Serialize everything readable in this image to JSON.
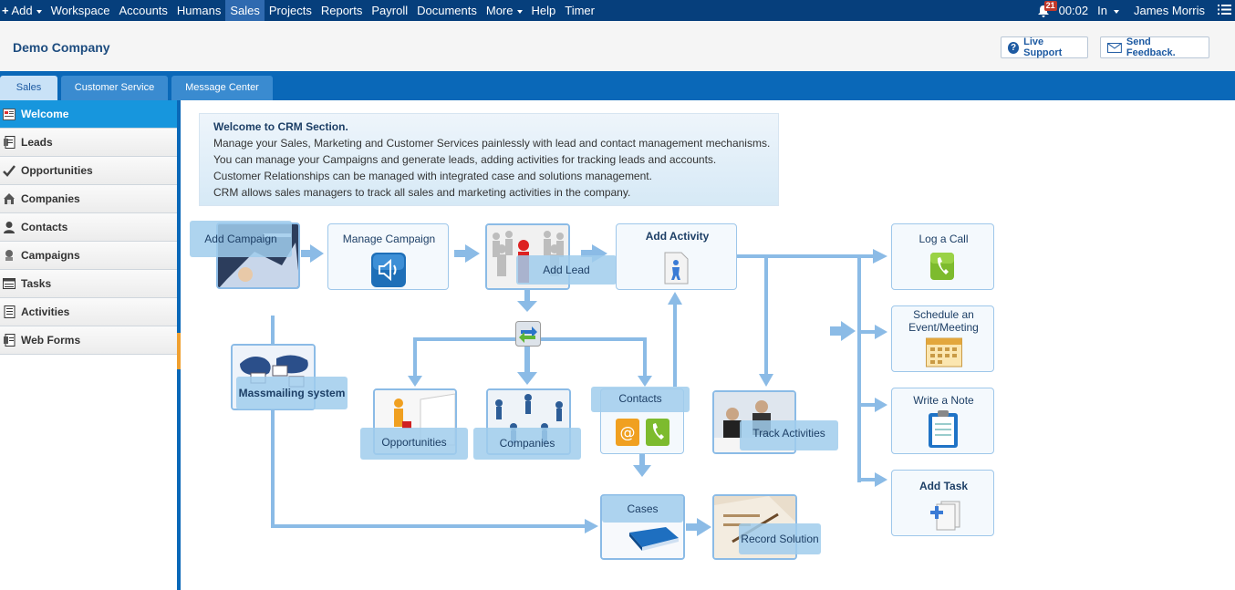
{
  "topnav": {
    "add": "Add",
    "items": [
      "Workspace",
      "Accounts",
      "Humans",
      "Sales",
      "Projects",
      "Reports",
      "Payroll",
      "Documents",
      "More",
      "Help",
      "Timer"
    ],
    "active": "Sales",
    "notifications": "21",
    "time": "00:02",
    "status": "In",
    "user": "James Morris"
  },
  "header": {
    "company": "Demo Company",
    "live_support": "Live Support",
    "send_feedback": "Send Feedback."
  },
  "tabs": [
    "Sales",
    "Customer Service",
    "Message Center"
  ],
  "sidebar": {
    "items": [
      "Welcome",
      "Leads",
      "Opportunities",
      "Companies",
      "Contacts",
      "Campaigns",
      "Tasks",
      "Activities",
      "Web Forms"
    ]
  },
  "intro": {
    "title": "Welcome to CRM Section.",
    "lines": [
      "Manage your Sales, Marketing and Customer Services painlessly with lead and contact management mechanisms.",
      "You can manage your Campaigns and generate leads, adding activities for tracking leads and accounts.",
      "Customer Relationships can be managed with integrated case and solutions management.",
      "CRM allows sales managers to track all sales and marketing activities in the company."
    ]
  },
  "flow": {
    "add_campaign": "Add Campaign",
    "manage_campaign": "Manage Campaign",
    "add_lead": "Add Lead",
    "add_activity": "Add Activity",
    "log_call": "Log a Call",
    "schedule_event": "Schedule an Event/Meeting",
    "write_note": "Write a Note",
    "add_task": "Add Task",
    "massmailing": "Massmailing system",
    "opportunities": "Opportunities",
    "companies": "Companies",
    "contacts": "Contacts",
    "track_activities": "Track Activities",
    "cases": "Cases",
    "record_solution": "Record Solution"
  },
  "colors": {
    "topbar": "#063f7c",
    "tabbar": "#0a68b8",
    "sidebar_active": "#1796dd",
    "arrow": "#8bbbe6"
  }
}
